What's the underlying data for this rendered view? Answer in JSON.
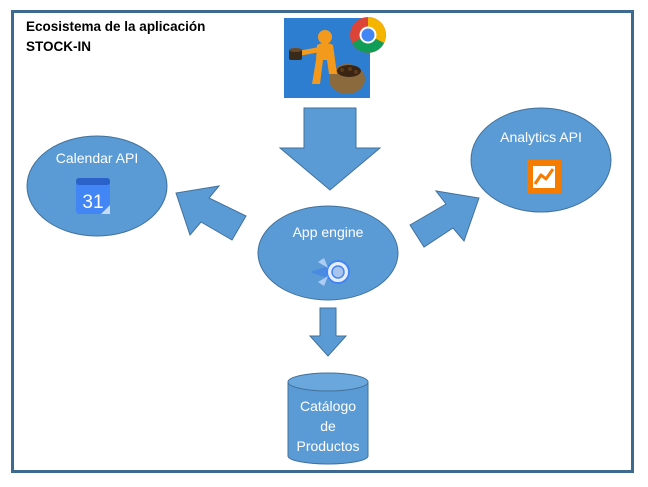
{
  "title": {
    "line1": "Ecosistema de la aplicación",
    "line2": "STOCK-IN"
  },
  "nodes": {
    "calendar": {
      "label": "Calendar API",
      "icon": "calendar-icon",
      "icon_text": "31"
    },
    "app_engine": {
      "label": "App engine",
      "icon": "app-engine-icon"
    },
    "analytics": {
      "label": "Analytics API",
      "icon": "analytics-icon"
    },
    "catalog": {
      "line1": "Catálogo",
      "line2": "de",
      "line3": "Productos"
    },
    "top_image": {
      "icon": "java-chrome-coffee-image"
    }
  },
  "colors": {
    "node_fill": "#5b9bd5",
    "node_stroke": "#41719c",
    "frame": "#3f6a8f",
    "google_blue": "#4285f4",
    "analytics_orange": "#f57c00"
  }
}
